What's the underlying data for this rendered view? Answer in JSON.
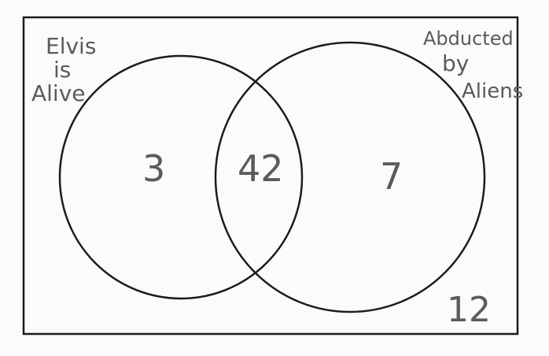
{
  "set_a": {
    "label_lines": [
      "Elvis",
      "is",
      "Alive"
    ]
  },
  "set_b": {
    "label_lines": [
      "Abducted",
      "by",
      "Aliens"
    ]
  },
  "counts": {
    "only_a": "3",
    "both": "42",
    "only_b": "7",
    "neither": "12"
  },
  "colors": {
    "stroke": "#1c1c1c",
    "text": "#5b5b5b",
    "background": "#fbfbfb"
  }
}
